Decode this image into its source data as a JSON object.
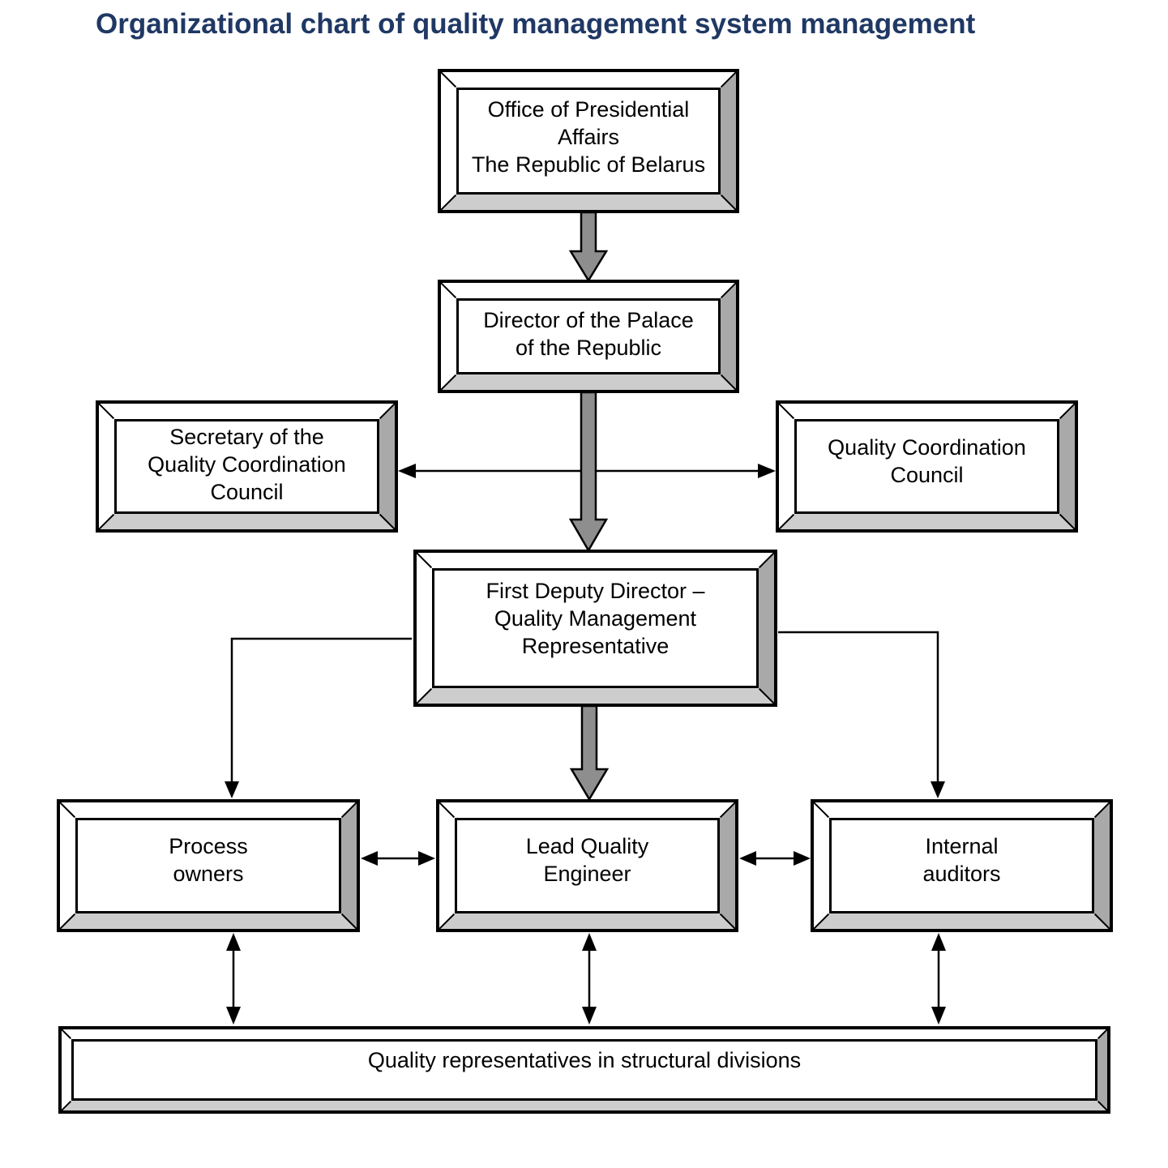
{
  "title": {
    "text": "Organizational chart of quality management system management",
    "color": "#1f3864"
  },
  "boxes": {
    "office": {
      "label": "Office of Presidential\nAffairs\nThe Republic of Belarus"
    },
    "director": {
      "label": "Director of the Palace\nof the Republic"
    },
    "secretary": {
      "label": "Secretary of the\nQuality Coordination\nCouncil"
    },
    "coordination_council": {
      "label": "Quality Coordination\nCouncil"
    },
    "first_deputy": {
      "label": "First Deputy Director –\nQuality Management\nRepresentative"
    },
    "process_owners": {
      "label": "Process\nowners"
    },
    "lead_engineer": {
      "label": "Lead Quality\nEngineer"
    },
    "internal_auditors": {
      "label": "Internal\nauditors"
    },
    "quality_reps": {
      "label": "Quality representatives in structural divisions"
    }
  },
  "connectors": [
    {
      "from": "office",
      "to": "director",
      "style": "thick-block-arrow",
      "direction": "down"
    },
    {
      "from": "director",
      "to": "first_deputy",
      "style": "thick-block-arrow",
      "direction": "down"
    },
    {
      "from": "secretary",
      "to": "coordination_council",
      "style": "thin-double-headed-arrow",
      "direction": "horizontal"
    },
    {
      "from": "first_deputy",
      "to": "process_owners",
      "style": "thin-elbow-arrow",
      "direction": "down"
    },
    {
      "from": "first_deputy",
      "to": "internal_auditors",
      "style": "thin-elbow-arrow",
      "direction": "down"
    },
    {
      "from": "first_deputy",
      "to": "lead_engineer",
      "style": "thick-block-arrow",
      "direction": "down"
    },
    {
      "from": "process_owners",
      "to": "lead_engineer",
      "style": "thin-double-headed-arrow",
      "direction": "horizontal"
    },
    {
      "from": "lead_engineer",
      "to": "internal_auditors",
      "style": "thin-double-headed-arrow",
      "direction": "horizontal"
    },
    {
      "from": "process_owners",
      "to": "quality_reps",
      "style": "thin-double-headed-arrow",
      "direction": "vertical"
    },
    {
      "from": "lead_engineer",
      "to": "quality_reps",
      "style": "thin-double-headed-arrow",
      "direction": "vertical"
    },
    {
      "from": "internal_auditors",
      "to": "quality_reps",
      "style": "thin-double-headed-arrow",
      "direction": "vertical"
    }
  ],
  "colors": {
    "background": "#ffffff",
    "title_text": "#1f3864",
    "box_face": "#ffffff",
    "box_border": "#000000",
    "bevel_top_left": "#ffffff",
    "bevel_right": "#a9a9a9",
    "bevel_bottom": "#cdcdcd",
    "thick_arrow_fill": "#8e8e8e",
    "thin_line": "#000000",
    "box_text": "#000000"
  }
}
